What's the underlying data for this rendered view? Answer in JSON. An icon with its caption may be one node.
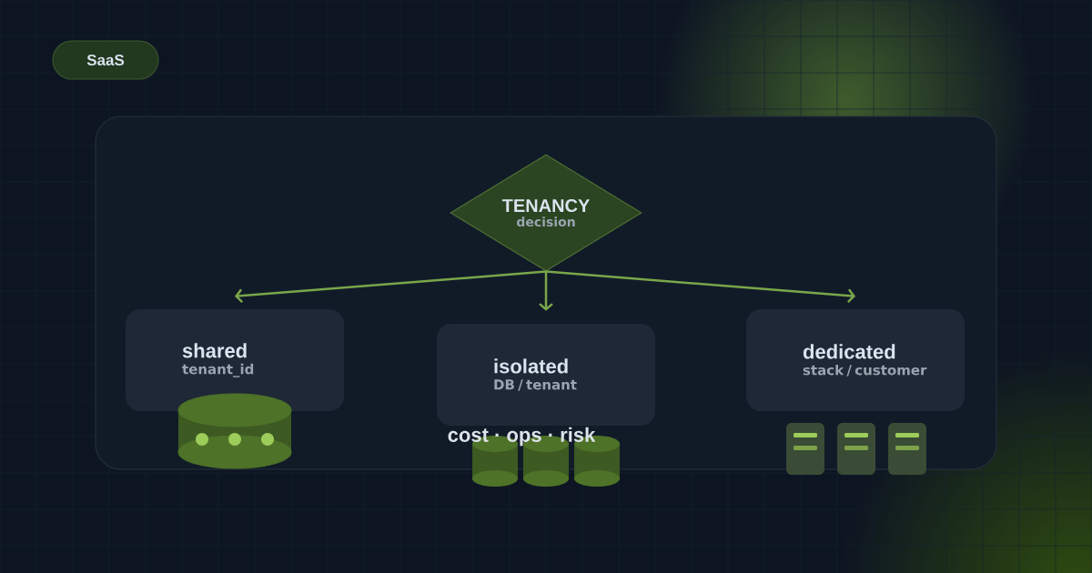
{
  "diagram": {
    "nodes": [
      {
        "text": [
          "SaaS"
        ]
      },
      {
        "text": [
          "TENANCY",
          "decision"
        ]
      },
      {
        "text": [
          "shared",
          "tenant_id"
        ]
      },
      {
        "text": [
          "isolated",
          "DB / tenant"
        ]
      },
      {
        "text": [
          "dedicated",
          "stack / customer"
        ]
      }
    ],
    "edges": [
      {
        "from": 1,
        "to": 2,
        "arrow": "to"
      },
      {
        "from": 1,
        "to": 3,
        "arrow": "to"
      },
      {
        "from": 1,
        "to": 4,
        "arrow": "to"
      }
    ],
    "labels": [
      "cost · ops · risk"
    ]
  }
}
